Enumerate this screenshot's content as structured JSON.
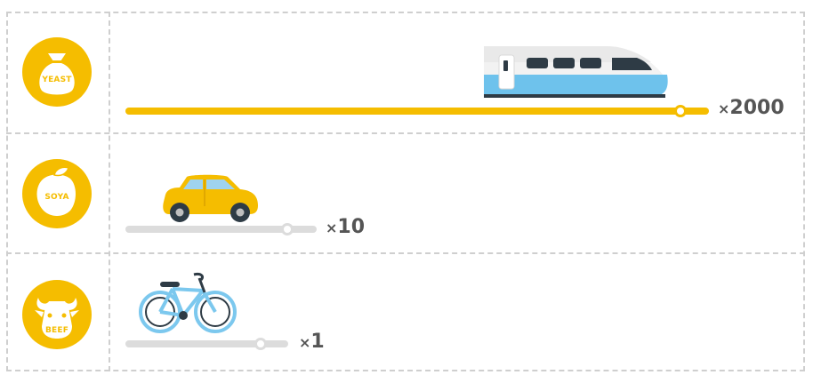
{
  "chart_data": {
    "type": "bar",
    "categories": [
      "YEAST",
      "SOYA",
      "BEEF"
    ],
    "values": [
      2000,
      10,
      1
    ],
    "value_labels": [
      "2000",
      "10",
      "1"
    ],
    "value_prefix": "×",
    "scale": "log",
    "icons": [
      "sack-icon",
      "leaf-icon",
      "cow-icon"
    ],
    "vehicles": [
      "train-icon",
      "car-icon",
      "bicycle-icon"
    ]
  },
  "colors": {
    "accent": "#f5bd00",
    "track_grey": "#dcdcdc",
    "text": "#555555",
    "train_blue": "#6ec2ec",
    "bike_blue": "#7cc8ee"
  }
}
